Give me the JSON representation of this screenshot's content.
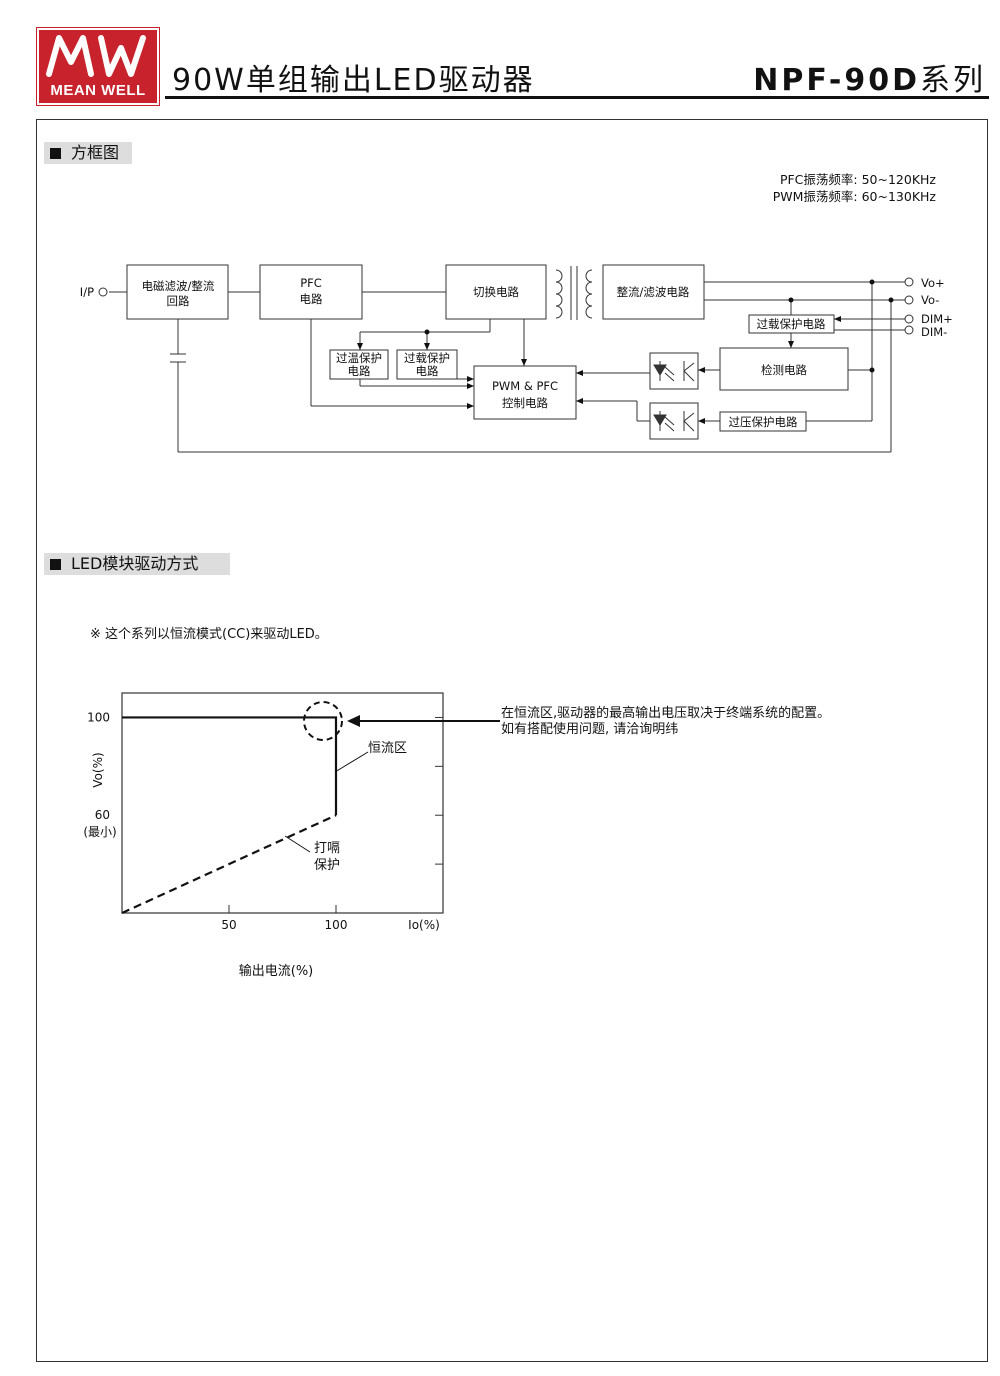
{
  "header": {
    "logo_text": "MEAN WELL",
    "title": "90W单组输出LED驱动器",
    "series_model": "NPF-90D",
    "series_suffix": "系列"
  },
  "block_diagram": {
    "section_label": "方框图",
    "freq_pfc": "PFC振荡频率: 50~120KHz",
    "freq_pwm": "PWM振荡频率: 60~130KHz",
    "input_label": "I/P",
    "blocks": {
      "emi_line1": "电磁滤波/整流",
      "emi_line2": "回路",
      "pfc_line1": "PFC",
      "pfc_line2": "电路",
      "switch": "切换电路",
      "rectifier": "整流/滤波电路",
      "ol_output": "过载保护电路",
      "detect": "检测电路",
      "ovp": "过压保护电路",
      "otp_line1": "过温保护",
      "otp_line2": "电路",
      "olp_line1": "过载保护",
      "olp_line2": "电路",
      "pwm_line1": "PWM & PFC",
      "pwm_line2": "控制电路"
    },
    "outputs": [
      "Vo+",
      "Vo-",
      "DIM+",
      "DIM-"
    ]
  },
  "led_drive": {
    "section_label": "LED模块驱动方式",
    "note": "※ 这个系列以恒流模式(CC)来驱动LED。",
    "callout_line1": "在恒流区,驱动器的最高输出电压取决于终端系统的配置。",
    "callout_line2": "如有搭配使用问题, 请洽询明纬"
  },
  "chart_data": {
    "type": "line",
    "ylabel": "Vo(%)",
    "xlabel": "输出电流(%)",
    "x_axis_end_label": "Io(%)",
    "x_ticks": [
      "50",
      "100"
    ],
    "y_ticks": [
      "100",
      "60"
    ],
    "y_tick_note": "(最小)",
    "xlim": [
      0,
      150
    ],
    "ylim": [
      20,
      110
    ],
    "series": [
      {
        "style": "solid",
        "x": [
          0,
          100,
          100
        ],
        "y": [
          100,
          100,
          60
        ]
      },
      {
        "style": "dashed",
        "x": [
          0,
          100
        ],
        "y": [
          20,
          60
        ]
      }
    ],
    "annotations": [
      "恒流区",
      "打嗝",
      "保护"
    ]
  }
}
